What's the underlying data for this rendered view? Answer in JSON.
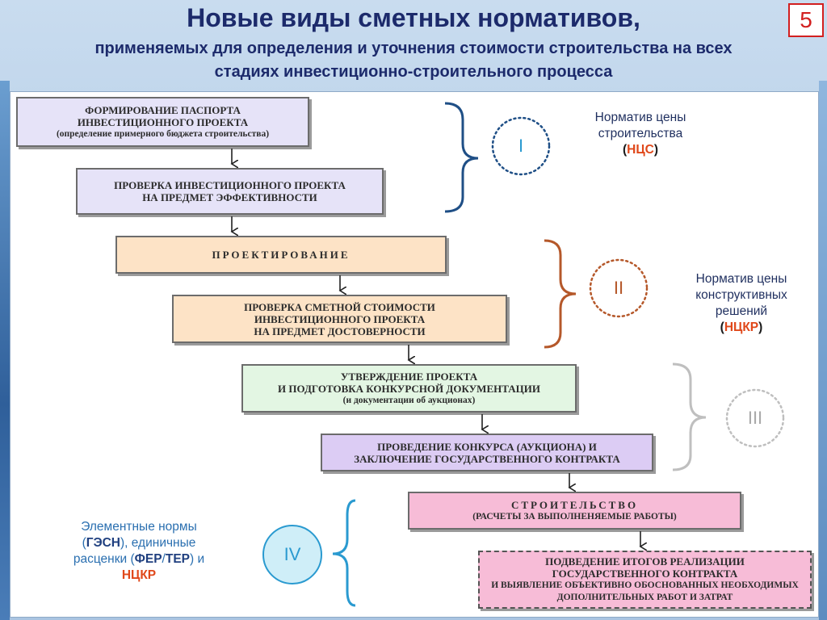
{
  "header": {
    "title": "Новые виды сметных нормативов,",
    "subtitle_line1": "применяемых для определения и уточнения стоимости строительства на всех",
    "subtitle_line2": "стадиях инвестиционно-строительного процесса",
    "page_number": "5"
  },
  "flow": {
    "step1": {
      "line1": "ФОРМИРОВАНИЕ ПАСПОРТА",
      "line2": "ИНВЕСТИЦИОННОГО ПРОЕКТА",
      "line3": "(определение примерного бюджета строительства)"
    },
    "step2": {
      "line1": "ПРОВЕРКА ИНВЕСТИЦИОННОГО ПРОЕКТА",
      "line2": "НА ПРЕДМЕТ ЭФФЕКТИВНОСТИ"
    },
    "step3": {
      "line1": "ПРОЕКТИРОВАНИЕ"
    },
    "step4": {
      "line1": "ПРОВЕРКА СМЕТНОЙ СТОИМОСТИ",
      "line2": "ИНВЕСТИЦИОННОГО ПРОЕКТА",
      "line3": "НА ПРЕДМЕТ ДОСТОВЕРНОСТИ"
    },
    "step5": {
      "line1": "УТВЕРЖДЕНИЕ ПРОЕКТА",
      "line2": "И ПОДГОТОВКА КОНКУРСНОЙ ДОКУМЕНТАЦИИ",
      "line3": "(и документации об аукционах)"
    },
    "step6": {
      "line1": "ПРОВЕДЕНИЕ КОНКУРСА (АУКЦИОНА) И",
      "line2": "ЗАКЛЮЧЕНИЕ ГОСУДАРСТВЕННОГО КОНТРАКТА"
    },
    "step7": {
      "line1": "СТРОИТЕЛЬСТВО",
      "line2": "(РАСЧЕТЫ ЗА ВЫПОЛНЕНЯЕМЫЕ РАБОТЫ)"
    },
    "step8": {
      "line1": "ПОДВЕДЕНИЕ ИТОГОВ РЕАЛИЗАЦИИ",
      "line2": "ГОСУДАРСТВЕННОГО КОНТРАКТА",
      "line3": "И ВЫЯВЛЕНИЕ ОБЪЕКТИВНО ОБОСНОВАННЫХ НЕОБХОДИМЫХ",
      "line4": "ДОПОЛНИТЕЛЬНЫХ РАБОТ И ЗАТРАТ"
    }
  },
  "stages": {
    "s1": "I",
    "s2": "II",
    "s3": "III",
    "s4": "IV"
  },
  "notes": {
    "n1": {
      "line1": "Норматив цены",
      "line2": "строительства",
      "open": "(",
      "abbr": "НЦС",
      "close": ")"
    },
    "n2": {
      "line1": "Норматив цены",
      "line2": "конструктивных",
      "line3": "решений",
      "open": "(",
      "abbr": "НЦКР",
      "close": ")"
    },
    "n4": {
      "line1": "Элементные нормы",
      "l2_open": "(",
      "l2_abbr": "ГЭСН",
      "l2_rest": "), единичные",
      "l3_pre": "расценки (",
      "l3_a1": "ФЕР",
      "l3_sep": "/",
      "l3_a2": "ТЕР",
      "l3_post": ") и",
      "line4": "НЦКР"
    }
  },
  "colors": {
    "stage1": "#1f4f86",
    "stage2": "#b5582a",
    "stage3": "#bfbfbf",
    "stage4": "#2a9ad0",
    "accent": "#e0481a"
  }
}
